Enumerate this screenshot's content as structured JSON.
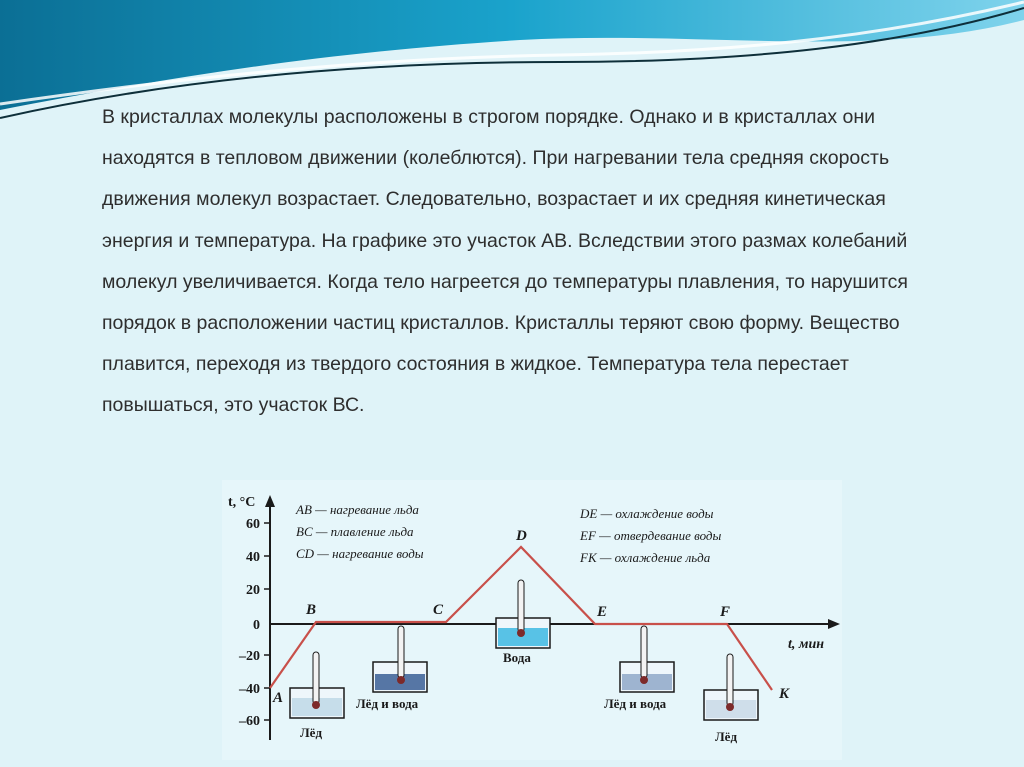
{
  "slide": {
    "paragraph": "В кристаллах молекулы расположены в строгом порядке. Однако и в кристаллах они находятся в тепловом движении (колеблются). При нагревании тела средняя скорость движения молекул возрастает. Следовательно, возрастает и их средняя кинетическая энергия и температура. На графике это участок АВ. Вследствии этого размах колебаний молекул увеличивается. Когда тело нагреется до температуры плавления, то нарушится порядок в расположении частиц кристаллов. Кристаллы теряют свою форму. Вещество плавится, переходя из твердого состояния в жидкое. Температура тела перестает повышаться, это участок ВС."
  },
  "diagram": {
    "y_axis_label": "t, °C",
    "x_axis_label": "t, мин",
    "y_ticks": [
      "60",
      "40",
      "20",
      "0",
      "–20",
      "–40",
      "–60"
    ],
    "points": [
      {
        "name": "A",
        "label": "A",
        "t": -40
      },
      {
        "name": "B",
        "label": "B",
        "t": 0
      },
      {
        "name": "C",
        "label": "C",
        "t": 0
      },
      {
        "name": "D",
        "label": "D",
        "t": 45
      },
      {
        "name": "E",
        "label": "E",
        "t": 0
      },
      {
        "name": "F",
        "label": "F",
        "t": 0
      },
      {
        "name": "K",
        "label": "K",
        "t": -40
      }
    ],
    "legend_left": [
      "AB — нагревание льда",
      "BC — плавление льда",
      "CD — нагревание воды"
    ],
    "legend_right": [
      "DE — охлаждение воды",
      "EF — отвердевание воды",
      "FK — охлаждение льда"
    ],
    "captions": {
      "ice_1": "Лёд",
      "ice_water_1": "Лёд и вода",
      "water": "Вода",
      "ice_water_2": "Лёд и вода",
      "ice_2": "Лёд"
    },
    "colors": {
      "curve": "#c8504a",
      "axis": "#1a1a1a",
      "water": "#58c2e6"
    }
  }
}
